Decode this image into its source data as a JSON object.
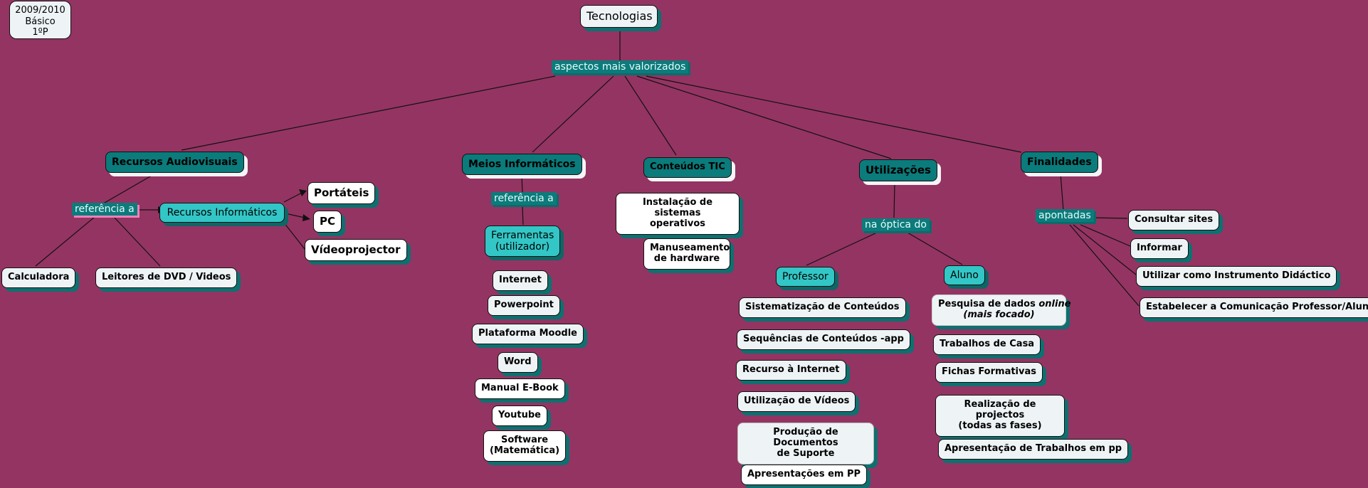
{
  "meta_box": {
    "line1": "2009/2010",
    "line2": "Básico",
    "line3": "1ºP"
  },
  "root": "Tecnologias",
  "root_link": "aspectos mais valorizados",
  "categories": {
    "audiovisual": {
      "title": "Recursos Audiovisuais",
      "link": "referência a",
      "sub": "Recursos Informáticos",
      "sub_items": [
        "Portáteis",
        "PC",
        "Vídeoprojector"
      ],
      "items": [
        "Calculadora",
        "Leitores de DVD / Videos"
      ]
    },
    "meios": {
      "title": "Meios Informáticos",
      "link": "referência a",
      "sub": "Ferramentas\n(utilizador)",
      "items": [
        "Internet",
        "Powerpoint",
        "Plataforma Moodle",
        "Word",
        "Manual E-Book",
        "Youtube",
        "Software\n(Matemática)"
      ]
    },
    "conteudos": {
      "title": "Conteúdos TIC",
      "items": [
        "Instalação de sistemas\noperativos",
        "Manuseamento\nde hardware"
      ]
    },
    "utilizacoes": {
      "title": "Utilizações",
      "link": "na óptica do",
      "professor": {
        "title": "Professor",
        "items": [
          "Sistematização de Conteúdos",
          "Sequências de Conteúdos -app",
          "Recurso à Internet",
          "Utilização de Vídeos",
          "Produção de Documentos\nde Suporte",
          "Apresentações em PP"
        ]
      },
      "aluno": {
        "title": "Aluno",
        "items": [
          "Pesquisa de dados online\n(mais focado)",
          "Trabalhos de Casa",
          "Fichas Formativas",
          "Realização de projectos\n(todas as fases)",
          "Apresentação de Trabalhos em pp"
        ],
        "italic_fragments": [
          "online",
          "(mais focado)"
        ]
      }
    },
    "finalidades": {
      "title": "Finalidades",
      "link": "apontadas",
      "items": [
        "Consultar sites",
        "Informar",
        "Utilizar como Instrumento Didáctico",
        "Estabelecer a Comunicação Professor/Aluno"
      ]
    }
  },
  "colors": {
    "background": "#943462",
    "dark_node": "#0b7b7b",
    "cyan_node": "#33c6c6",
    "light_node": "#eef4f6",
    "shadow": "#0e7070"
  }
}
